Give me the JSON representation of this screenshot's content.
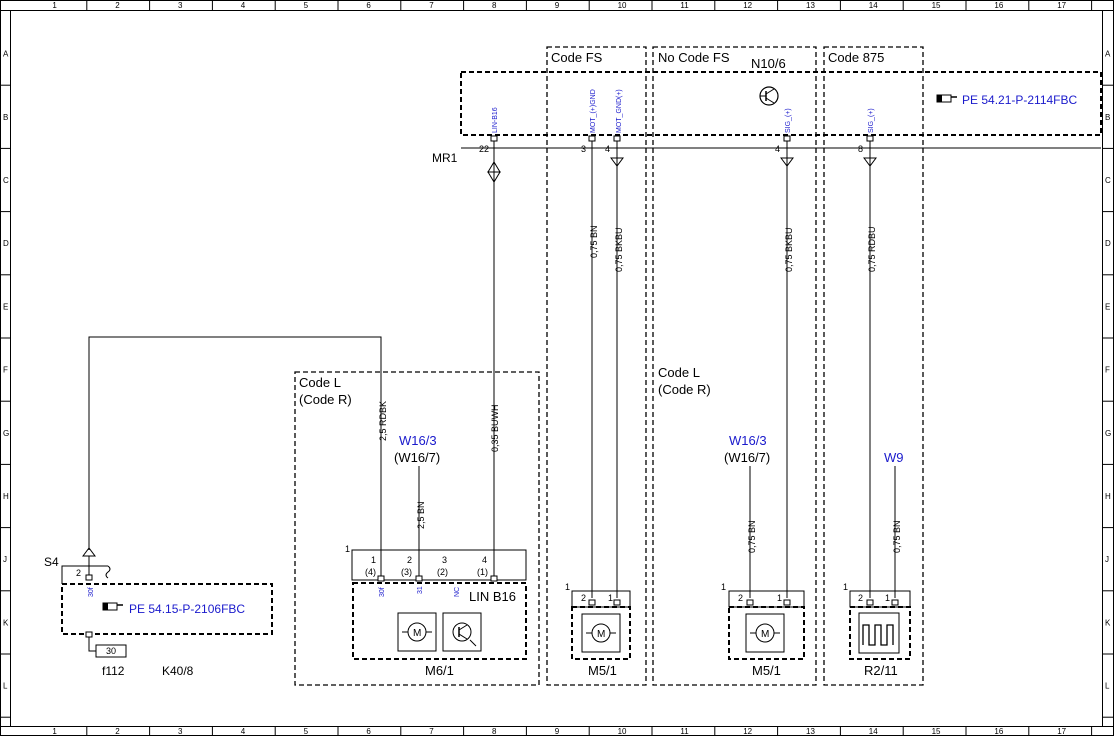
{
  "ruler": {
    "columns": [
      "1",
      "2",
      "3",
      "4",
      "5",
      "6",
      "7",
      "8",
      "9",
      "10",
      "11",
      "12",
      "13",
      "14",
      "15",
      "16",
      "17"
    ],
    "rows": [
      "A",
      "B",
      "C",
      "D",
      "E",
      "F",
      "G",
      "H",
      "J",
      "K",
      "L"
    ]
  },
  "sections": {
    "code_fs": "Code FS",
    "no_code_fs": "No Code FS",
    "code_875": "Code 875",
    "code_l_left": "Code L",
    "code_r_left": "(Code R)",
    "code_l_right": "Code L",
    "code_r_right": "(Code R)"
  },
  "control_unit": {
    "name": "N10/6",
    "connector": "MR1",
    "ref": "PE 54.21-P-2114FBC",
    "pins": [
      {
        "num": "22",
        "signal": "LIN-B16"
      },
      {
        "num": "3",
        "signal": "MOT_(+)GND"
      },
      {
        "num": "4",
        "signal": "MOT_GND(+)"
      },
      {
        "num": "4",
        "signal": "SIG_(+)"
      },
      {
        "num": "8",
        "signal": "SIG_(+)"
      }
    ]
  },
  "wires": {
    "lin": "0,35 BUWH",
    "main_pwr": "2,5 RDBK",
    "m6_bn": "2,5 BN",
    "fs_bn": "0,75 BN",
    "fs_bkbu": "0,75 BKBU",
    "nofs_bkbu": "0,75 BKBU",
    "nofs_bn": "0,75 BN",
    "r211_rdbu": "0,75 RDBU",
    "r211_bn": "0,75 BN"
  },
  "grounds": {
    "w16_left": "W16/3",
    "w16_left_alt": "(W16/7)",
    "w16_right": "W16/3",
    "w16_right_alt": "(W16/7)",
    "w9": "W9"
  },
  "relay": {
    "name": "S4",
    "pin": "2",
    "pin_label": "30f",
    "ref": "PE 54.15-P-2106FBC",
    "fuse": "f112",
    "fuse_pin": "30",
    "module": "K40/8"
  },
  "m6_1": {
    "name": "M6/1",
    "lin": "LIN B16",
    "connector_num": "1",
    "pins": [
      {
        "num": "1",
        "alt": "(4)",
        "label": "30f"
      },
      {
        "num": "2",
        "alt": "(3)",
        "label": "31"
      },
      {
        "num": "3",
        "alt": "(2)",
        "label": "NC"
      },
      {
        "num": "4",
        "alt": "(1)",
        "label": ""
      }
    ]
  },
  "m5_1_fs": {
    "name": "M5/1",
    "connector_num": "1",
    "pins": [
      "2",
      "1"
    ]
  },
  "m5_1_nofs": {
    "name": "M5/1",
    "connector_num": "1",
    "pins": [
      "2",
      "1"
    ]
  },
  "r2_11": {
    "name": "R2/11",
    "connector_num": "1",
    "pins": [
      "2",
      "1"
    ]
  }
}
